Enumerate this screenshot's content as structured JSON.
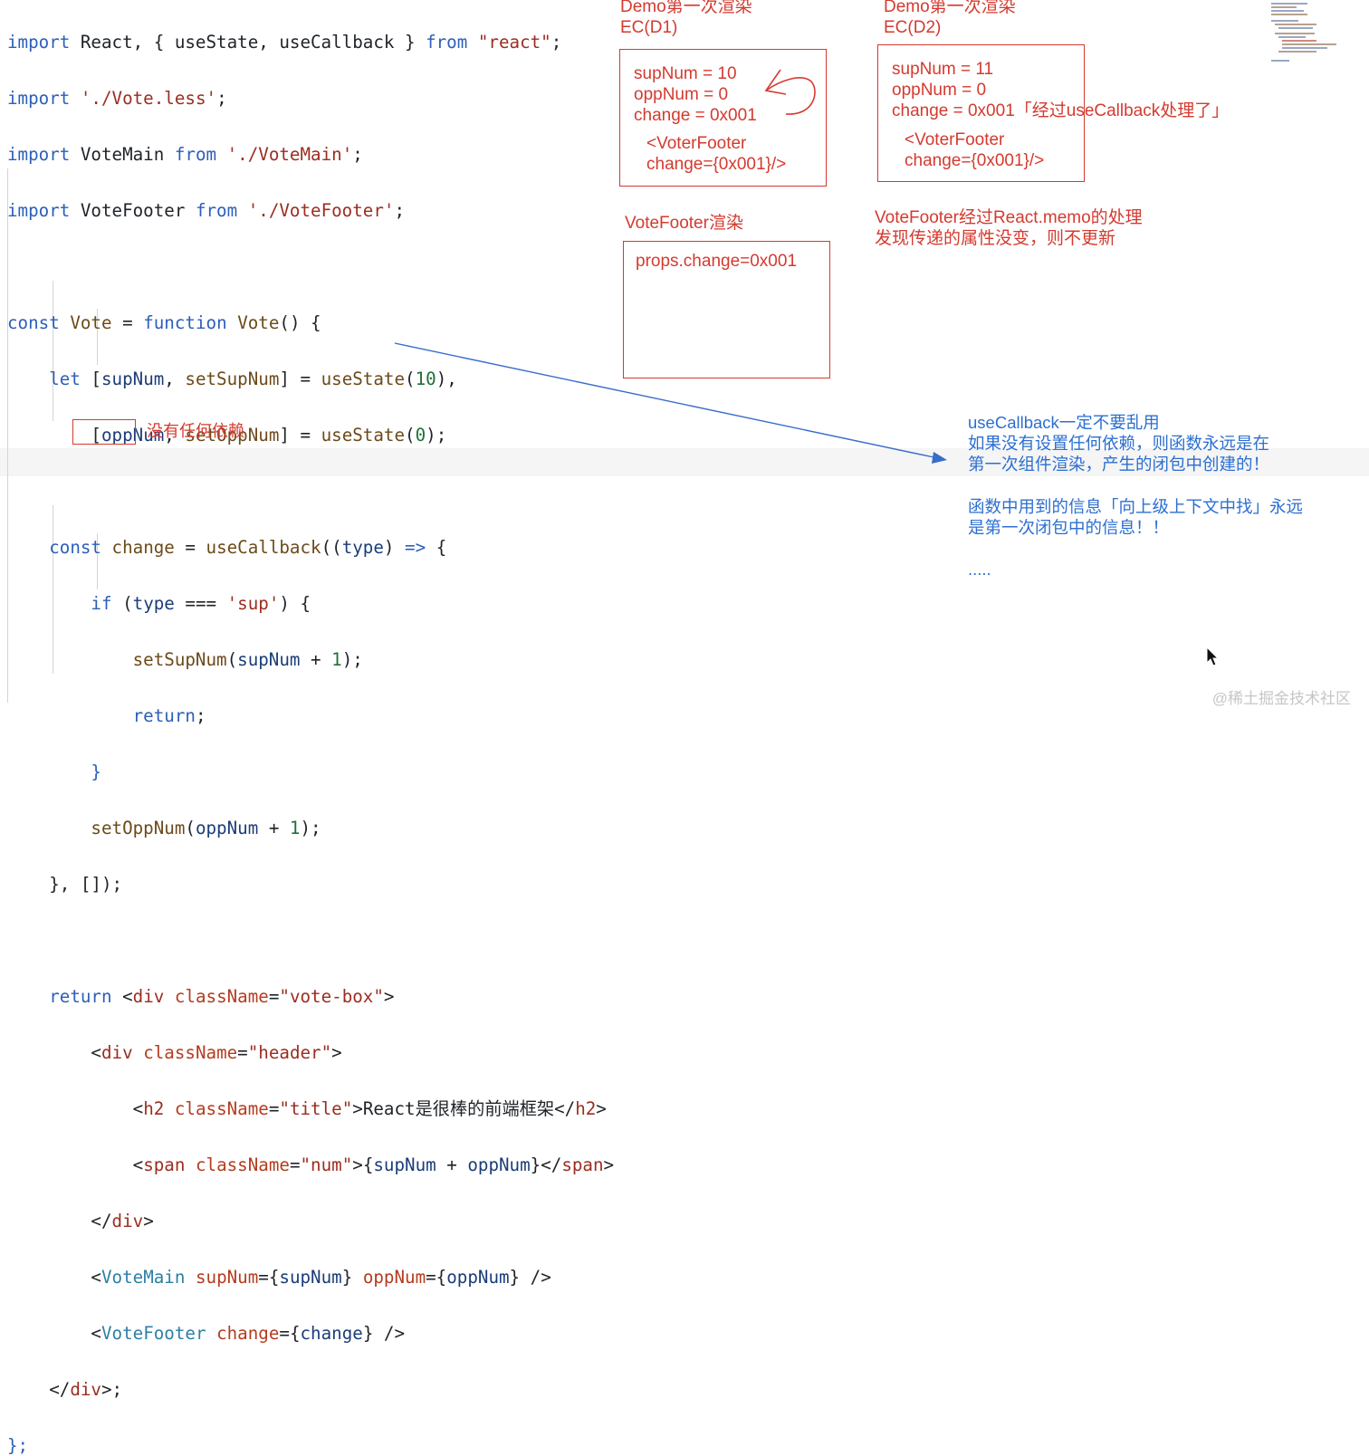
{
  "code": {
    "l1": {
      "k1": "import",
      "p1": " React, { useState, useCallback } ",
      "k2": "from",
      "p2": " ",
      "s1": "\"react\"",
      "p3": ";"
    },
    "l2": {
      "k1": "import",
      "p1": " ",
      "s1": "'./Vote.less'",
      "p2": ";"
    },
    "l3": {
      "k1": "import",
      "p1": " VoteMain ",
      "k2": "from",
      "p2": " ",
      "s1": "'./VoteMain'",
      "p3": ";"
    },
    "l4": {
      "k1": "import",
      "p1": " VoteFooter ",
      "k2": "from",
      "p2": " ",
      "s1": "'./VoteFooter'",
      "p3": ";"
    },
    "l6": {
      "k1": "const",
      "p1": " ",
      "f1": "Vote",
      "p2": " = ",
      "k2": "function",
      "p3": " ",
      "f2": "Vote",
      "p4": "() {"
    },
    "l7": {
      "k1": "let",
      "p1": " [",
      "v1": "supNum",
      "p2": ", ",
      "f1": "setSupNum",
      "p3": "] = ",
      "f2": "useState",
      "p4": "(",
      "n1": "10",
      "p5": "),"
    },
    "l8": {
      "p1": "[",
      "v1": "oppNum",
      "p2": ", ",
      "f1": "setOppNum",
      "p3": "] = ",
      "f2": "useState",
      "p4": "(",
      "n1": "0",
      "p5": ");"
    },
    "l10": {
      "k1": "const",
      "p1": " ",
      "f1": "change",
      "p2": " = ",
      "f2": "useCallback",
      "p3": "((",
      "v1": "type",
      "p4": ") ",
      "k2": "=>",
      "p5": " {"
    },
    "l11": {
      "k1": "if",
      "p1": " (",
      "v1": "type",
      "p2": " === ",
      "s1": "'sup'",
      "p3": ") {"
    },
    "l12": {
      "f1": "setSupNum",
      "p1": "(",
      "v1": "supNum",
      "p2": " + ",
      "n1": "1",
      "p3": ");"
    },
    "l13": {
      "k1": "return",
      "p1": ";"
    },
    "l14": {
      "p1": "}"
    },
    "l15": {
      "f1": "setOppNum",
      "p1": "(",
      "v1": "oppNum",
      "p2": " + ",
      "n1": "1",
      "p3": ");"
    },
    "l16": {
      "p1": "}, ",
      "p2": "[]);",
      "note": "没有任何依赖"
    },
    "l18": {
      "k1": "return",
      "p1": " <",
      "t1": "div",
      "p2": " ",
      "a1": "className",
      "p3": "=",
      "s1": "\"vote-box\"",
      "p4": ">"
    },
    "l19": {
      "p1": "<",
      "t1": "div",
      "p2": " ",
      "a1": "className",
      "p3": "=",
      "s1": "\"header\"",
      "p4": ">"
    },
    "l20": {
      "p1": "<",
      "t1": "h2",
      "p2": " ",
      "a1": "className",
      "p3": "=",
      "s1": "\"title\"",
      "p4": ">React是很棒的前端框架</",
      "t2": "h2",
      "p5": ">"
    },
    "l21": {
      "p1": "<",
      "t1": "span",
      "p2": " ",
      "a1": "className",
      "p3": "=",
      "s1": "\"num\"",
      "p4": ">{",
      "v1": "supNum",
      "p5": " + ",
      "v2": "oppNum",
      "p6": "}</",
      "t2": "span",
      "p7": ">"
    },
    "l22": {
      "p1": "</",
      "t1": "div",
      "p2": ">"
    },
    "l23": {
      "p1": "<",
      "c1": "VoteMain",
      "p2": " ",
      "a1": "supNum",
      "p3": "={",
      "v1": "supNum",
      "p4": "} ",
      "a2": "oppNum",
      "p5": "={",
      "v2": "oppNum",
      "p6": "} />"
    },
    "l24": {
      "p1": "<",
      "c1": "VoteFooter",
      "p2": " ",
      "a1": "change",
      "p3": "={",
      "v1": "change",
      "p4": "} />"
    },
    "l25": {
      "p1": "</",
      "t1": "div",
      "p2": ">;"
    },
    "l26": {
      "p1": "};"
    }
  },
  "annotations": {
    "d1_title": "Demo第一次渲染\nEC(D1)",
    "d1_body": "supNum = 10\noppNum = 0\nchange = 0x001",
    "d1_jsx": "<VoterFooter\nchange={0x001}/>",
    "d2_title": "Demo第一次渲染\nEC(D2)",
    "d2_body": "supNum = 11\noppNum = 0\nchange = 0x001「经过useCallback处理了」",
    "d2_jsx": "<VoterFooter\nchange={0x001}/>",
    "footer_title": "VoteFooter渲染",
    "footer_body": "props.change=0x001",
    "memo_note": "VoteFooter经过React.memo的处理\n发现传递的属性没变，则不更新",
    "blue_note_1": "useCallback一定不要乱用\n如果没有设置任何依赖，则函数永远是在\n第一次组件渲染，产生的闭包中创建的！",
    "blue_note_2": "函数中用到的信息「向上级上下文中找」永远\n是第一次闭包中的信息！！",
    "blue_note_3": "....."
  },
  "watermark": "@稀土掘金技术社区",
  "colors": {
    "annotation_red": "#d43a2f",
    "annotation_blue": "#2c6fd1",
    "keyword": "#2c5fb8",
    "string": "#9b2d20"
  }
}
